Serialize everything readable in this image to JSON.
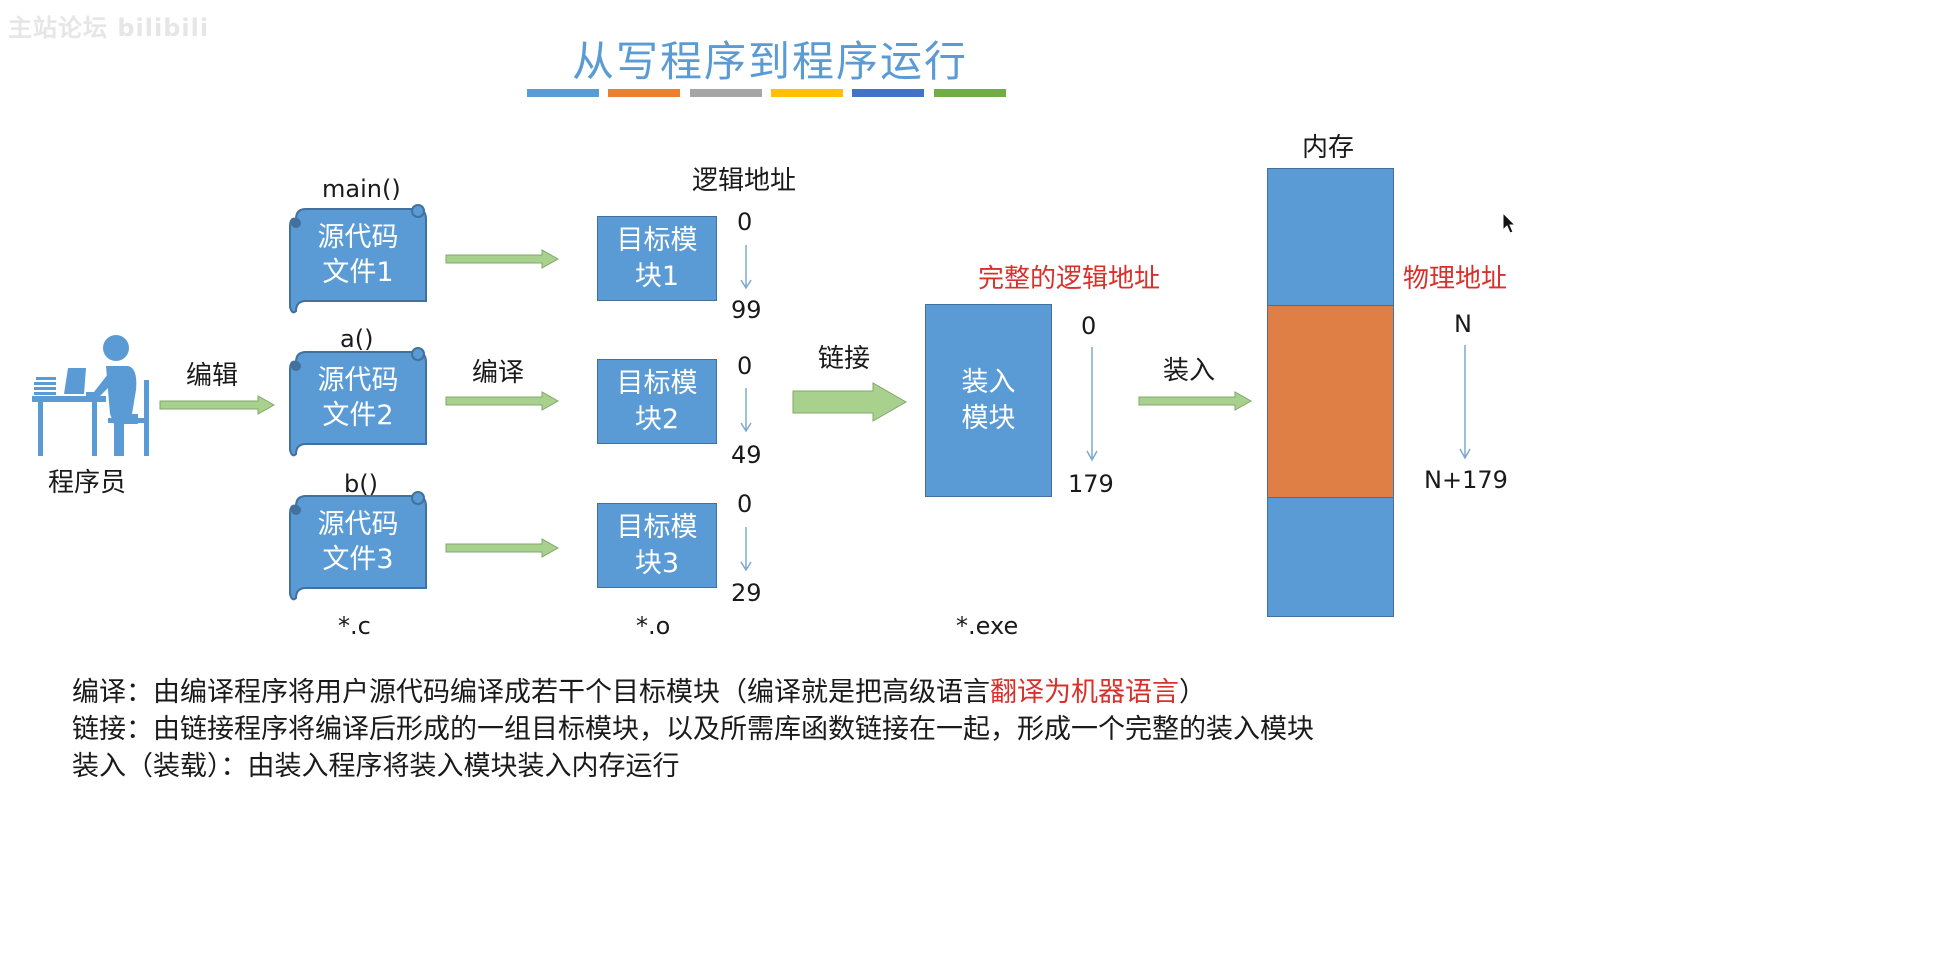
{
  "watermark": "主站论坛 bilibili",
  "title": "从写程序到程序运行",
  "title_strip_colors": [
    "#5b9bd5",
    "#ed7d31",
    "#a5a5a5",
    "#ffc000",
    "#4472c4",
    "#70ad47"
  ],
  "programmer_label": "程序员",
  "edit_label": "编辑",
  "compile_label": "编译",
  "link_label": "链接",
  "load_label": "装入",
  "logical_address_label": "逻辑地址",
  "complete_logical_address_label": "完整的逻辑地址",
  "physical_address_label": "物理地址",
  "memory_label": "内存",
  "source_files": [
    {
      "func": "main()",
      "text": "源代码\n文件1"
    },
    {
      "func": "a()",
      "text": "源代码\n文件2"
    },
    {
      "func": "b()",
      "text": "源代码\n文件3"
    }
  ],
  "object_modules": [
    {
      "text": "目标模\n块1",
      "start": "0",
      "end": "99"
    },
    {
      "text": "目标模\n块2",
      "start": "0",
      "end": "49"
    },
    {
      "text": "目标模\n块3",
      "start": "0",
      "end": "29"
    }
  ],
  "load_module": {
    "text": "装入\n模块",
    "start": "0",
    "end": "179"
  },
  "physical": {
    "start": "N",
    "end": "N+179"
  },
  "ext_c": "*.c",
  "ext_o": "*.o",
  "ext_exe": "*.exe",
  "notes": {
    "compile_prefix": "编译：由编译程序将用户源代码编译成若干个目标模块（编译就是把高级语言",
    "compile_highlight": "翻译为机器语言",
    "compile_suffix": "）",
    "link": "链接：由链接程序将编译后形成的一组目标模块，以及所需库函数链接在一起，形成一个完整的装入模块",
    "load": "装入（装载）：由装入程序将装入模块装入内存运行"
  },
  "colors": {
    "box_blue": "#5b9bd5",
    "box_border": "#41719c",
    "memory_used": "#e07f45",
    "arrow_green": "#a9d18e",
    "highlight_red": "#d9302b"
  }
}
